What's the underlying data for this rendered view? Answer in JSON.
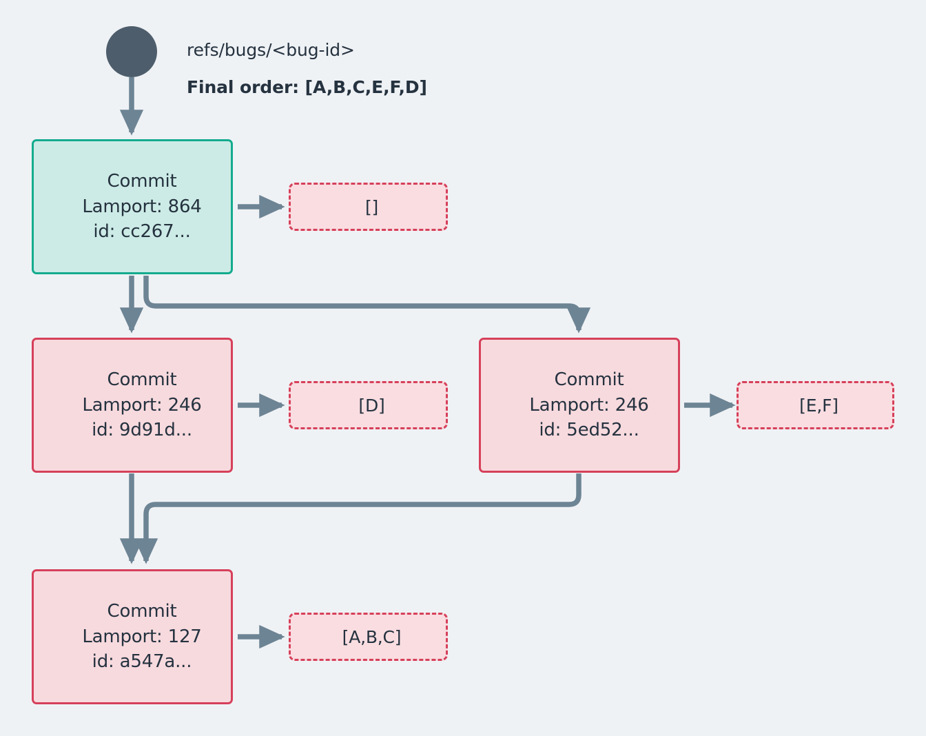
{
  "diagram": {
    "background_color": "#eff2f5",
    "title": "refs/bugs/<bug-id>",
    "final_order": "Final order: [A,B,C,E,F,D]",
    "colors": {
      "ref_node": "#4d5d6b",
      "edge": "#6d8494",
      "teal_fill": "#cdebe6",
      "teal_border": "#13ab8e",
      "pink_fill": "#f7dade",
      "pink_border": "#d6405a",
      "ops_fill": "#f9dde1",
      "ops_border": "#d6405a",
      "text": "#25323f"
    },
    "ref_node_label": "ref-node",
    "commits": [
      {
        "id": "commit-head",
        "title": "Commit",
        "lamport": "Lamport: 864",
        "hash": "id: cc267...",
        "style": "teal",
        "ops_label": "[]"
      },
      {
        "id": "commit-left",
        "title": "Commit",
        "lamport": "Lamport: 246",
        "hash": "id: 9d91d...",
        "style": "pink",
        "ops_label": "[D]"
      },
      {
        "id": "commit-right",
        "title": "Commit",
        "lamport": "Lamport: 246",
        "hash": "id: 5ed52...",
        "style": "pink",
        "ops_label": "[E,F]"
      },
      {
        "id": "commit-root",
        "title": "Commit",
        "lamport": "Lamport: 127",
        "hash": "id: a547a...",
        "style": "pink",
        "ops_label": "[A,B,C]"
      }
    ]
  }
}
